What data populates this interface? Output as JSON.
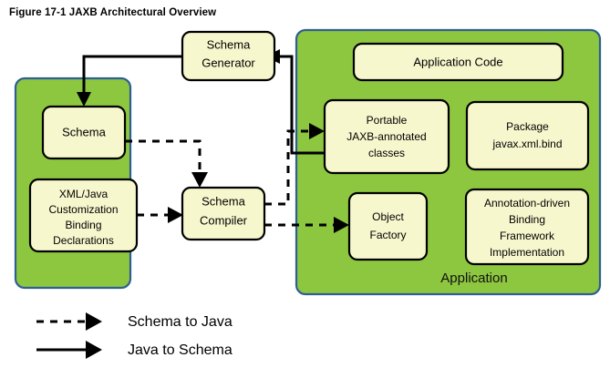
{
  "figure": {
    "title": "Figure 17-1 JAXB Architectural Overview"
  },
  "colors": {
    "panel_fill": "#8DC63F",
    "panel_stroke": "#2E5F92",
    "node_fill": "#F7F7CE",
    "node_stroke": "#000000",
    "arrow": "#000000",
    "background": "#FFFFFF"
  },
  "panels": [
    {
      "id": "schema-panel",
      "label": "",
      "nodes": [
        {
          "id": "schema",
          "lines": [
            "Schema"
          ]
        },
        {
          "id": "customization-bindings",
          "lines": [
            "XML/Java",
            "Customization",
            "Binding",
            "Declarations"
          ]
        }
      ]
    },
    {
      "id": "application-panel",
      "label": "Application",
      "nodes": [
        {
          "id": "application-code",
          "lines": [
            "Application Code"
          ]
        },
        {
          "id": "portable-jaxb-classes",
          "lines": [
            "Portable",
            "JAXB-annotated",
            "classes"
          ]
        },
        {
          "id": "package-javax-xml-bind",
          "lines": [
            "Package",
            "javax.xml.bind"
          ]
        },
        {
          "id": "object-factory",
          "lines": [
            "Object",
            "Factory"
          ]
        },
        {
          "id": "binding-framework",
          "lines": [
            "Annotation-driven",
            "Binding",
            "Framework",
            "Implementation"
          ]
        }
      ]
    }
  ],
  "standalone_nodes": [
    {
      "id": "schema-generator",
      "lines": [
        "Schema",
        "Generator"
      ]
    },
    {
      "id": "schema-compiler",
      "lines": [
        "Schema",
        "Compiler"
      ]
    }
  ],
  "edges": [
    {
      "id": "edge-generator-to-schema",
      "from": "schema-generator",
      "to": "schema",
      "style": "solid",
      "meaning": "Java to Schema"
    },
    {
      "id": "edge-portable-to-generator",
      "from": "portable-jaxb-classes",
      "to": "schema-generator",
      "style": "solid",
      "meaning": "Java to Schema"
    },
    {
      "id": "edge-schema-to-compiler",
      "from": "schema",
      "to": "schema-compiler",
      "style": "dashed",
      "meaning": "Schema to Java"
    },
    {
      "id": "edge-bindings-to-compiler",
      "from": "customization-bindings",
      "to": "schema-compiler",
      "style": "dashed",
      "meaning": "Schema to Java"
    },
    {
      "id": "edge-compiler-to-portable",
      "from": "schema-compiler",
      "to": "portable-jaxb-classes",
      "style": "dashed",
      "meaning": "Schema to Java"
    },
    {
      "id": "edge-compiler-to-object-factory",
      "from": "schema-compiler",
      "to": "object-factory",
      "style": "dashed",
      "meaning": "Schema to Java"
    }
  ],
  "legend": {
    "items": [
      {
        "id": "legend-schema-to-java",
        "style": "dashed",
        "label": "Schema to Java"
      },
      {
        "id": "legend-java-to-schema",
        "style": "solid",
        "label": "Java to Schema"
      }
    ]
  },
  "labels": {
    "schema_generator_l1": "Schema",
    "schema_generator_l2": "Generator",
    "schema_compiler_l1": "Schema",
    "schema_compiler_l2": "Compiler",
    "schema": "Schema",
    "custom_l1": "XML/Java",
    "custom_l2": "Customization",
    "custom_l3": "Binding",
    "custom_l4": "Declarations",
    "application_code": "Application Code",
    "portable_l1": "Portable",
    "portable_l2": "JAXB-annotated",
    "portable_l3": "classes",
    "package_l1": "Package",
    "package_l2": "javax.xml.bind",
    "object_factory_l1": "Object",
    "object_factory_l2": "Factory",
    "framework_l1": "Annotation-driven",
    "framework_l2": "Binding",
    "framework_l3": "Framework",
    "framework_l4": "Implementation",
    "application_panel": "Application",
    "legend_dashed": "Schema to Java",
    "legend_solid": "Java to Schema"
  }
}
